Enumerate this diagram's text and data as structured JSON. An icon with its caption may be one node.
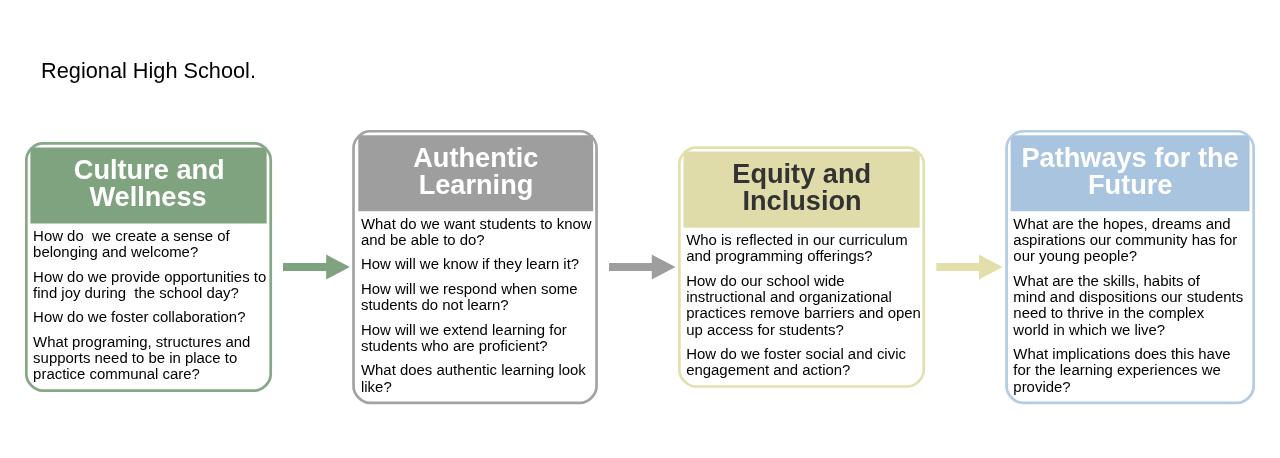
{
  "diagram": {
    "nodes": [
      {
        "text": [
          "Culture and Wellness",
          "How do  we create a sense of belonging and welcome?",
          "How do we provide opportunities to find joy during  the school day?",
          "How do we foster collaboration?",
          "What programing, structures and supports need to be in place to practice communal care?"
        ]
      },
      {
        "text": [
          "Authentic Learning",
          "What do we want students to know and be able to do?",
          "How will we know if they learn it?",
          "How will we respond when some students do not learn?",
          "How will we extend learning for students who are proficient?",
          "What does authentic learning look like?"
        ]
      },
      {
        "text": [
          "Equity and Inclusion",
          "Who is reflected in our curriculum and programming offerings?",
          "How do our school wide instructional and organizational practices remove barriers and open up access for students?",
          "How do we foster social and civic engagement and action?"
        ]
      },
      {
        "text": [
          "Pathways for the Future",
          "What are the hopes, dreams and aspirations our community has for our young people?",
          "What are the skills, habits of mind and dispositions our students need to thrive in the complex world in which we live?",
          "What implications does this have for the learning experiences we provide?"
        ]
      }
    ],
    "edges": [
      {
        "from": 0,
        "to": 1,
        "arrow": "to",
        "color": "#7fa37f"
      },
      {
        "from": 1,
        "to": 2,
        "arrow": "to",
        "color": "#9e9e9e"
      },
      {
        "from": 2,
        "to": 3,
        "arrow": "to",
        "color": "#e2dfaa"
      }
    ],
    "labels": [
      "Regional High School."
    ]
  }
}
